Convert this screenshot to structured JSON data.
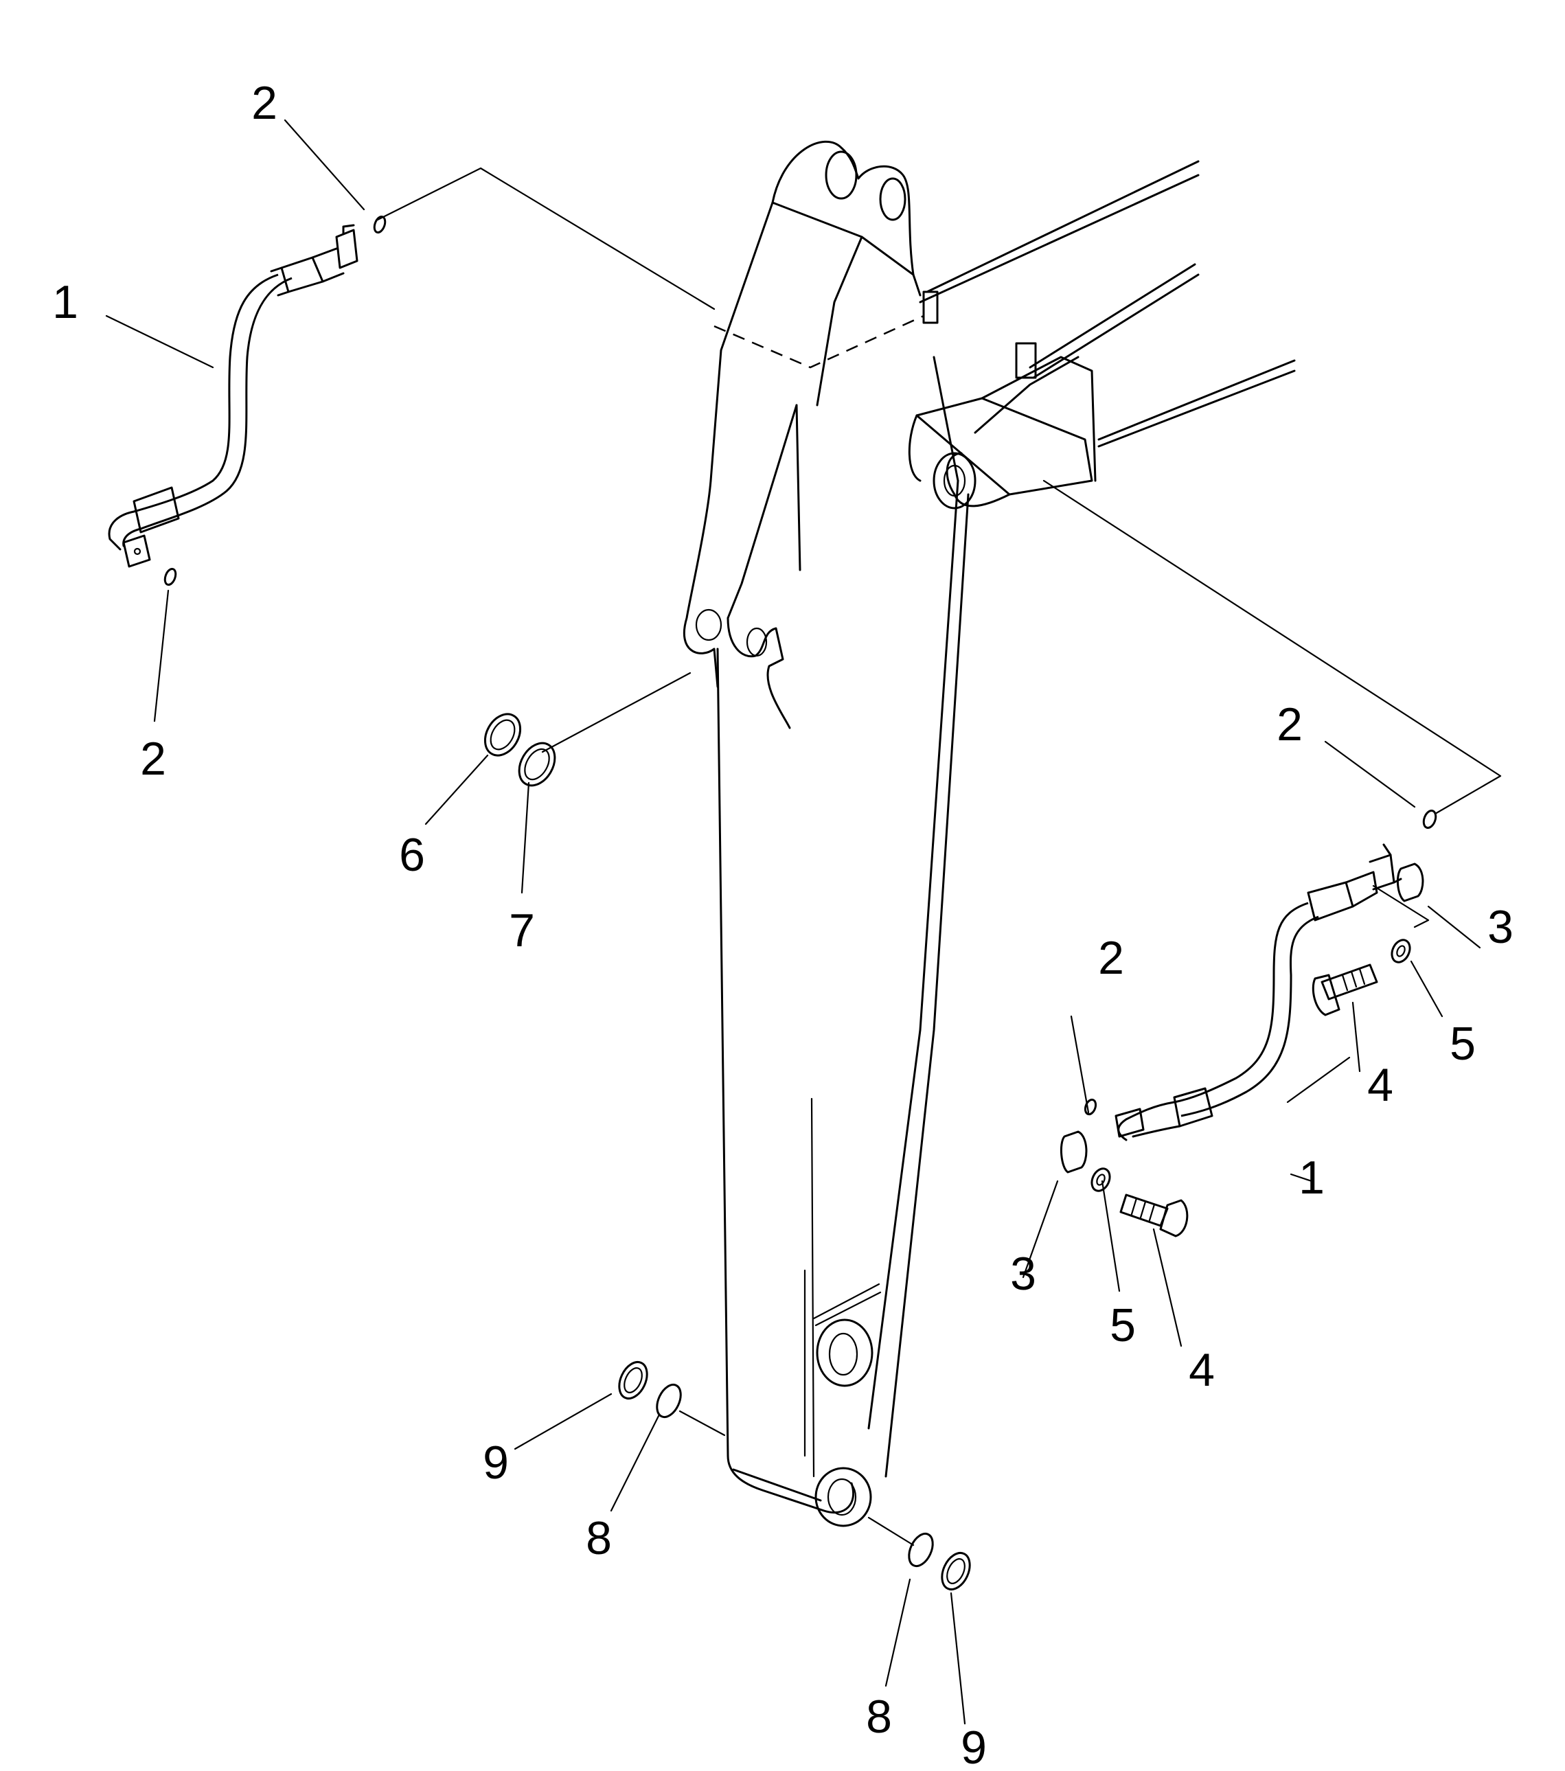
{
  "callouts": {
    "hose_upper_left": "1",
    "oring_top": "2",
    "oring_left_lower": "2",
    "oring_right_top": "2",
    "oring_right_mid": "2",
    "shim_6": "6",
    "shim_7": "7",
    "hose_lower_right": "1",
    "clamp_right_upper": "3",
    "clamp_right_lower": "3",
    "bolt_right_upper": "4",
    "bolt_right_lower": "4",
    "washer_right_upper": "5",
    "washer_right_lower": "5",
    "shim_9_left": "9",
    "shim_8_left": "8",
    "shim_8_right": "8",
    "shim_9_right": "9"
  }
}
